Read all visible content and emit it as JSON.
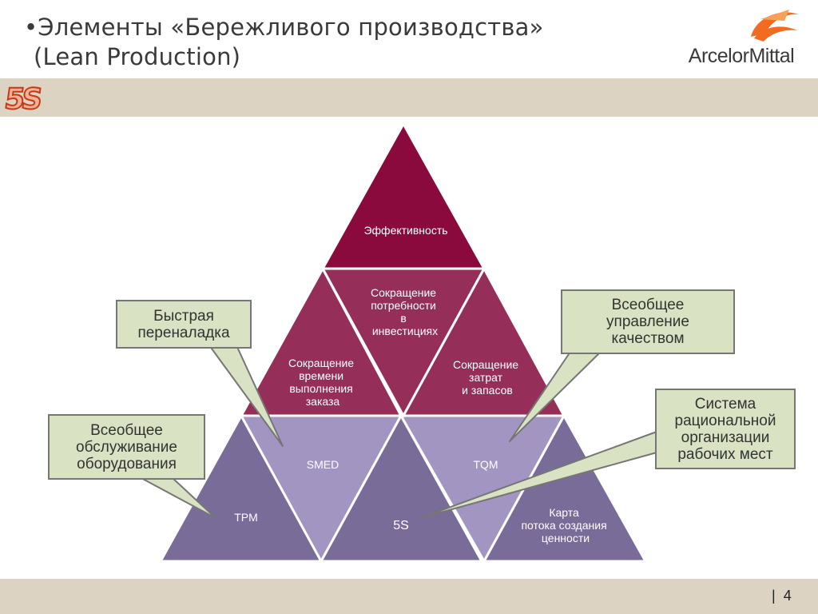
{
  "header": {
    "title_line1": "•Элементы «Бережливого производства»",
    "title_line2": "(Lean Production)",
    "logo_text": "ArcelorMittal",
    "badge_text": "5S"
  },
  "pyramid": {
    "top": "Эффективность",
    "mid_left": [
      "Сокращение",
      "времени",
      "выполнения",
      "заказа"
    ],
    "mid_center": [
      "Сокращение",
      "потребности",
      "в",
      "инвестициях"
    ],
    "mid_right": [
      "Сокращение",
      "затрат",
      "и запасов"
    ],
    "smed": "SMED",
    "tqm": "TQM",
    "tpm": "TPM",
    "five_s": "5S",
    "vsm": [
      "Карта",
      "потока создания",
      "ценности"
    ]
  },
  "callouts": {
    "quick_changeover": "Быстрая\nпереналадка",
    "tqm": "Всеобщее\nуправление\nкачеством",
    "tpm": "Всеобщее\nобслуживание\nоборудования",
    "workplace": "Система\nрациональной\nорганизации\nрабочих мест"
  },
  "footer": {
    "page": "4",
    "separator": "|"
  },
  "colors": {
    "top": "#8b0a3e",
    "mid": "#962e5a",
    "light": "#a295c2",
    "dark": "#7a6c99",
    "callout_bg": "#d9e2c2",
    "band": "#dcd3c3"
  }
}
